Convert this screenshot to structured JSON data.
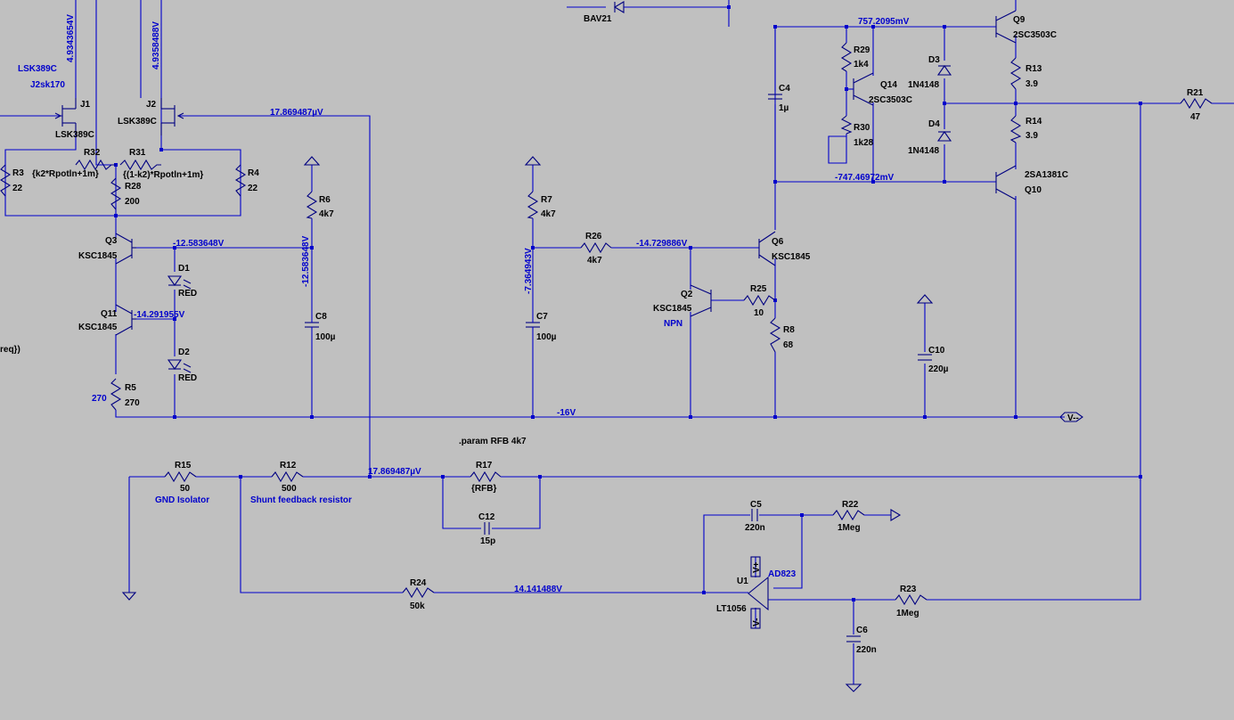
{
  "colors": {
    "background": "#c0c0c0",
    "wire": "#0000cc",
    "component": "#000080",
    "label": "#000000",
    "net_label": "#0000cc"
  },
  "components": {
    "j1": {
      "name": "J1",
      "value": "LSK389C"
    },
    "j2": {
      "name": "J2",
      "value": "LSK389C"
    },
    "r32": {
      "name": "R32",
      "value": "{k2*Rpotln+1m}"
    },
    "r31": {
      "name": "R31",
      "value": "{(1-k2)*Rpotln+1m}"
    },
    "r3": {
      "name": "R3",
      "value": "22"
    },
    "r4": {
      "name": "R4",
      "value": "22"
    },
    "r28": {
      "name": "R28",
      "value": "200"
    },
    "q3": {
      "name": "Q3",
      "value": "KSC1845"
    },
    "q11": {
      "name": "Q11",
      "value": "KSC1845"
    },
    "d1": {
      "name": "D1",
      "value": "RED"
    },
    "d2": {
      "name": "D2",
      "value": "RED"
    },
    "r5": {
      "name": "R5",
      "value": "270"
    },
    "r6": {
      "name": "R6",
      "value": "4k7"
    },
    "c8": {
      "name": "C8",
      "value": "100µ"
    },
    "r7": {
      "name": "R7",
      "value": "4k7"
    },
    "c7": {
      "name": "C7",
      "value": "100µ"
    },
    "r26": {
      "name": "R26",
      "value": "4k7"
    },
    "q6": {
      "name": "Q6",
      "value": "KSC1845"
    },
    "q2": {
      "name": "Q2",
      "value": "KSC1845",
      "extra": "NPN"
    },
    "r25": {
      "name": "R25",
      "value": "10"
    },
    "r8": {
      "name": "R8",
      "value": "68"
    },
    "c4": {
      "name": "C4",
      "value": "1µ"
    },
    "r29": {
      "name": "R29",
      "value": "1k4"
    },
    "q14": {
      "name": "Q14",
      "value": "2SC3503C"
    },
    "r30": {
      "name": "R30",
      "value": "1k28"
    },
    "d3": {
      "name": "D3",
      "value": "1N4148"
    },
    "d4": {
      "name": "D4",
      "value": "1N4148"
    },
    "q9": {
      "name": "Q9",
      "value": "2SC3503C"
    },
    "r13": {
      "name": "R13",
      "value": "3.9"
    },
    "r14": {
      "name": "R14",
      "value": "3.9"
    },
    "q10": {
      "name": "Q10",
      "value": "2SA1381C"
    },
    "r21": {
      "name": "R21",
      "value": "47"
    },
    "c10": {
      "name": "C10",
      "value": "220µ"
    },
    "bav21": {
      "value": "BAV21"
    },
    "r15": {
      "name": "R15",
      "value": "50",
      "note": "GND Isolator"
    },
    "r12": {
      "name": "R12",
      "value": "500",
      "note": "Shunt feedback resistor"
    },
    "r17": {
      "name": "R17",
      "value": "{RFB}"
    },
    "c12": {
      "name": "C12",
      "value": "15p"
    },
    "c5": {
      "name": "C5",
      "value": "220n"
    },
    "r22": {
      "name": "R22",
      "value": "1Meg"
    },
    "u1": {
      "name": "U1",
      "value": "LT1056",
      "alt": "AD823",
      "vplus": "V+",
      "vminus": "V-"
    },
    "r24": {
      "name": "R24",
      "value": "50k"
    },
    "r23": {
      "name": "R23",
      "value": "1Meg"
    },
    "c6": {
      "name": "C6",
      "value": "220n"
    }
  },
  "net_labels": {
    "v1": "4.9343654V",
    "v2": "4.9358488V",
    "lsk_top": "LSK389C",
    "j2sk": "J2sk170",
    "gate": "17.869487µV",
    "q3b": "-12.583648V",
    "r6c8": "-12.583648V",
    "q11b": "-14.291955V",
    "c7v": "-7.364943V",
    "q6b": "-14.729886V",
    "vtop": "757.2095mV",
    "vbot": "-747.46972mV",
    "neg16": "-16V",
    "fb": "17.869487µV",
    "u1in": "14.141488V",
    "vminus_flag": "V--",
    "r5note": "270",
    "req": "req})"
  },
  "directive": ".param RFB 4k7"
}
